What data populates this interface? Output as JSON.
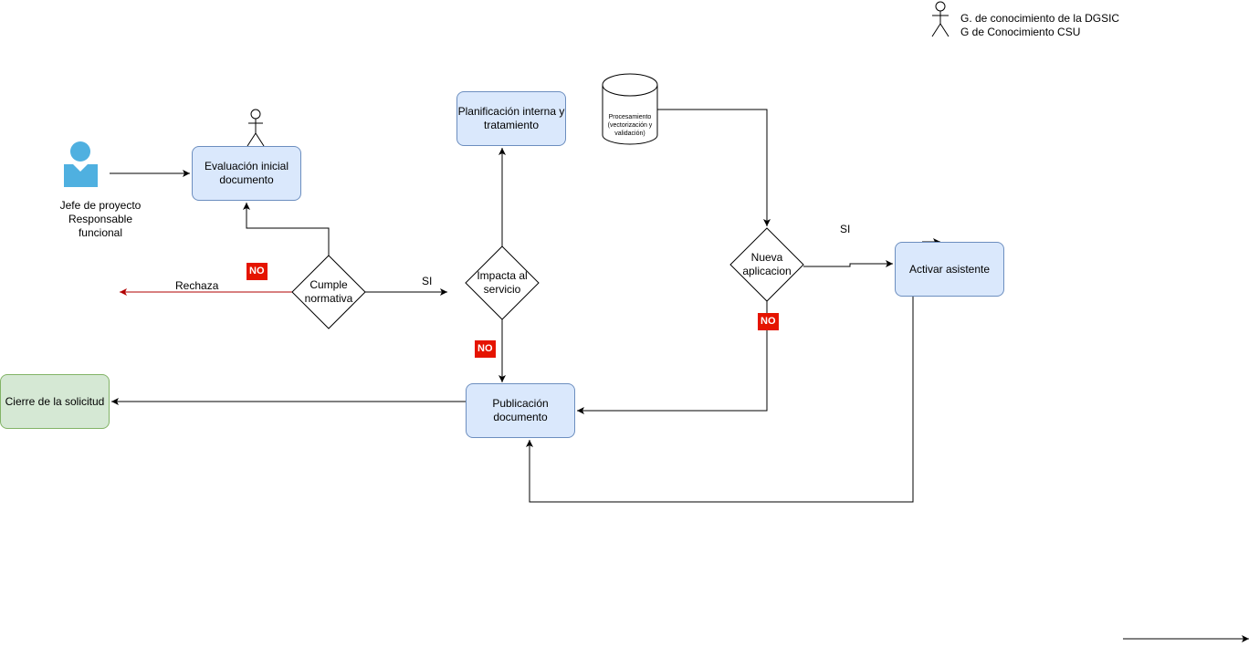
{
  "colors": {
    "process_fill": "#dae8fc",
    "process_stroke": "#6c8ebf",
    "end_fill": "#d5e8d4",
    "end_stroke": "#82b366",
    "reject_arrow": "#b20000",
    "no_badge": "#e51400",
    "user_icon": "#4fb0e0"
  },
  "legend": {
    "line1": "G. de conocimiento de la DGSIC",
    "line2": "G de Conocimiento CSU"
  },
  "actor": {
    "line1": "Jefe de proyecto",
    "line2": "Responsable funcional"
  },
  "nodes": {
    "evaluacion": "Evaluación inicial documento",
    "cumple": "Cumple normativa",
    "impacta": "Impacta al servicio",
    "planificacion": "Planificación interna y tratamiento",
    "procesamiento": "Procesamiento (vectorización y validación)",
    "nueva": "Nueva aplicacion",
    "activar": "Activar asistente",
    "publicacion": "Publicación documento",
    "cierre": "Cierre de la solicitud"
  },
  "edge_labels": {
    "rechaza": "Rechaza",
    "si": "SI",
    "no": "NO"
  },
  "icons": [
    "user-icon",
    "stick-figure-icon",
    "database-icon"
  ]
}
